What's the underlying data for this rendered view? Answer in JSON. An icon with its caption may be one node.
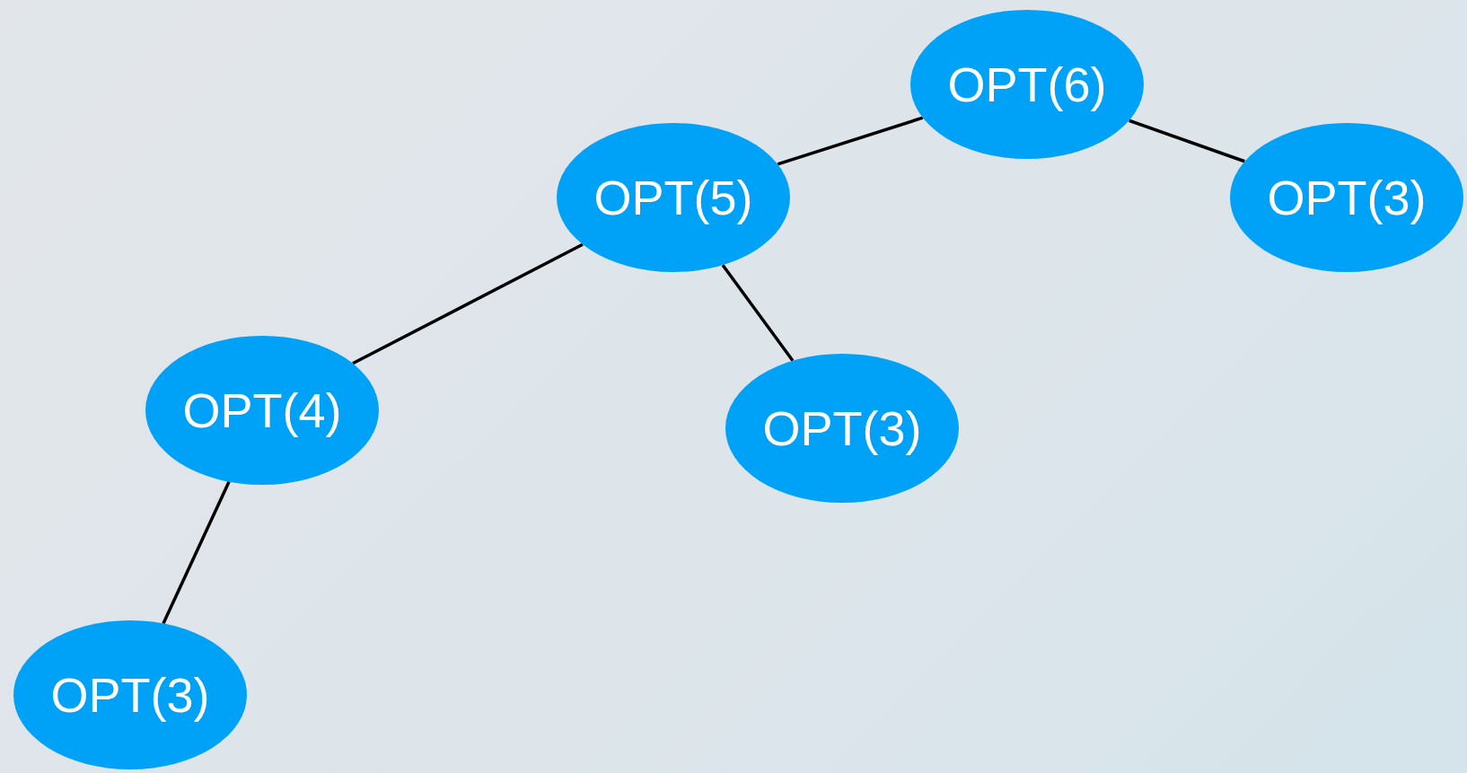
{
  "diagram": {
    "nodes": [
      {
        "text": [
          "OPT(6)"
        ]
      },
      {
        "text": [
          "OPT(5)"
        ]
      },
      {
        "text": [
          "OPT(3)"
        ]
      },
      {
        "text": [
          "OPT(4)"
        ]
      },
      {
        "text": [
          "OPT(3)"
        ]
      },
      {
        "text": [
          "OPT(3)"
        ]
      }
    ],
    "edges": [
      {
        "from": 0,
        "to": 1,
        "arrow": "none"
      },
      {
        "from": 0,
        "to": 2,
        "arrow": "none"
      },
      {
        "from": 1,
        "to": 3,
        "arrow": "none"
      },
      {
        "from": 1,
        "to": 4,
        "arrow": "none"
      },
      {
        "from": 3,
        "to": 5,
        "arrow": "none"
      }
    ]
  }
}
